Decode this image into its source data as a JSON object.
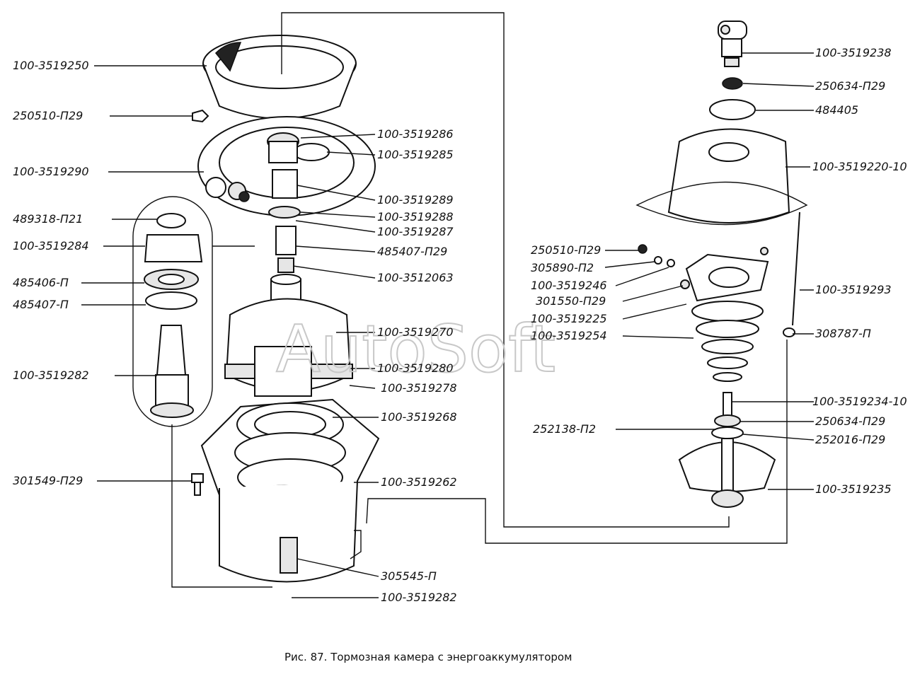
{
  "watermark": "AutoSoft",
  "caption": "Рис. 87. Тормозная камера с энергоаккумулятором",
  "labels": {
    "l01": "100-3519250",
    "l02": "250510-П29",
    "l03": "100-3519290",
    "l04": "489318-П21",
    "l05": "100-3519284",
    "l06": "485406-П",
    "l07": "485407-П",
    "l08": "100-3519282",
    "l09": "301549-П29",
    "l10": "100-3519286",
    "l11": "100-3519285",
    "l12": "100-3519289",
    "l13": "100-3519288",
    "l14": "100-3519287",
    "l15": "485407-П29",
    "l16": "100-3512063",
    "l17": "100-3519270",
    "l18": "100-3519280",
    "l19": "100-3519278",
    "l20": "100-3519268",
    "l21": "100-3519262",
    "l22": "305545-П",
    "l23": "100-3519282",
    "l24": "250510-П29",
    "l25": "305890-П2",
    "l26": "100-3519246",
    "l27": "301550-П29",
    "l28": "100-3519225",
    "l29": "100-3519254",
    "l30": "252138-П2",
    "l31": "100-3519238",
    "l32": "250634-П29",
    "l33": "484405",
    "l34": "100-3519220-10",
    "l35": "100-3519293",
    "l36": "308787-П",
    "l37": "100-3519234-10",
    "l38": "250634-П29",
    "l39": "252016-П29",
    "l40": "100-3519235"
  }
}
